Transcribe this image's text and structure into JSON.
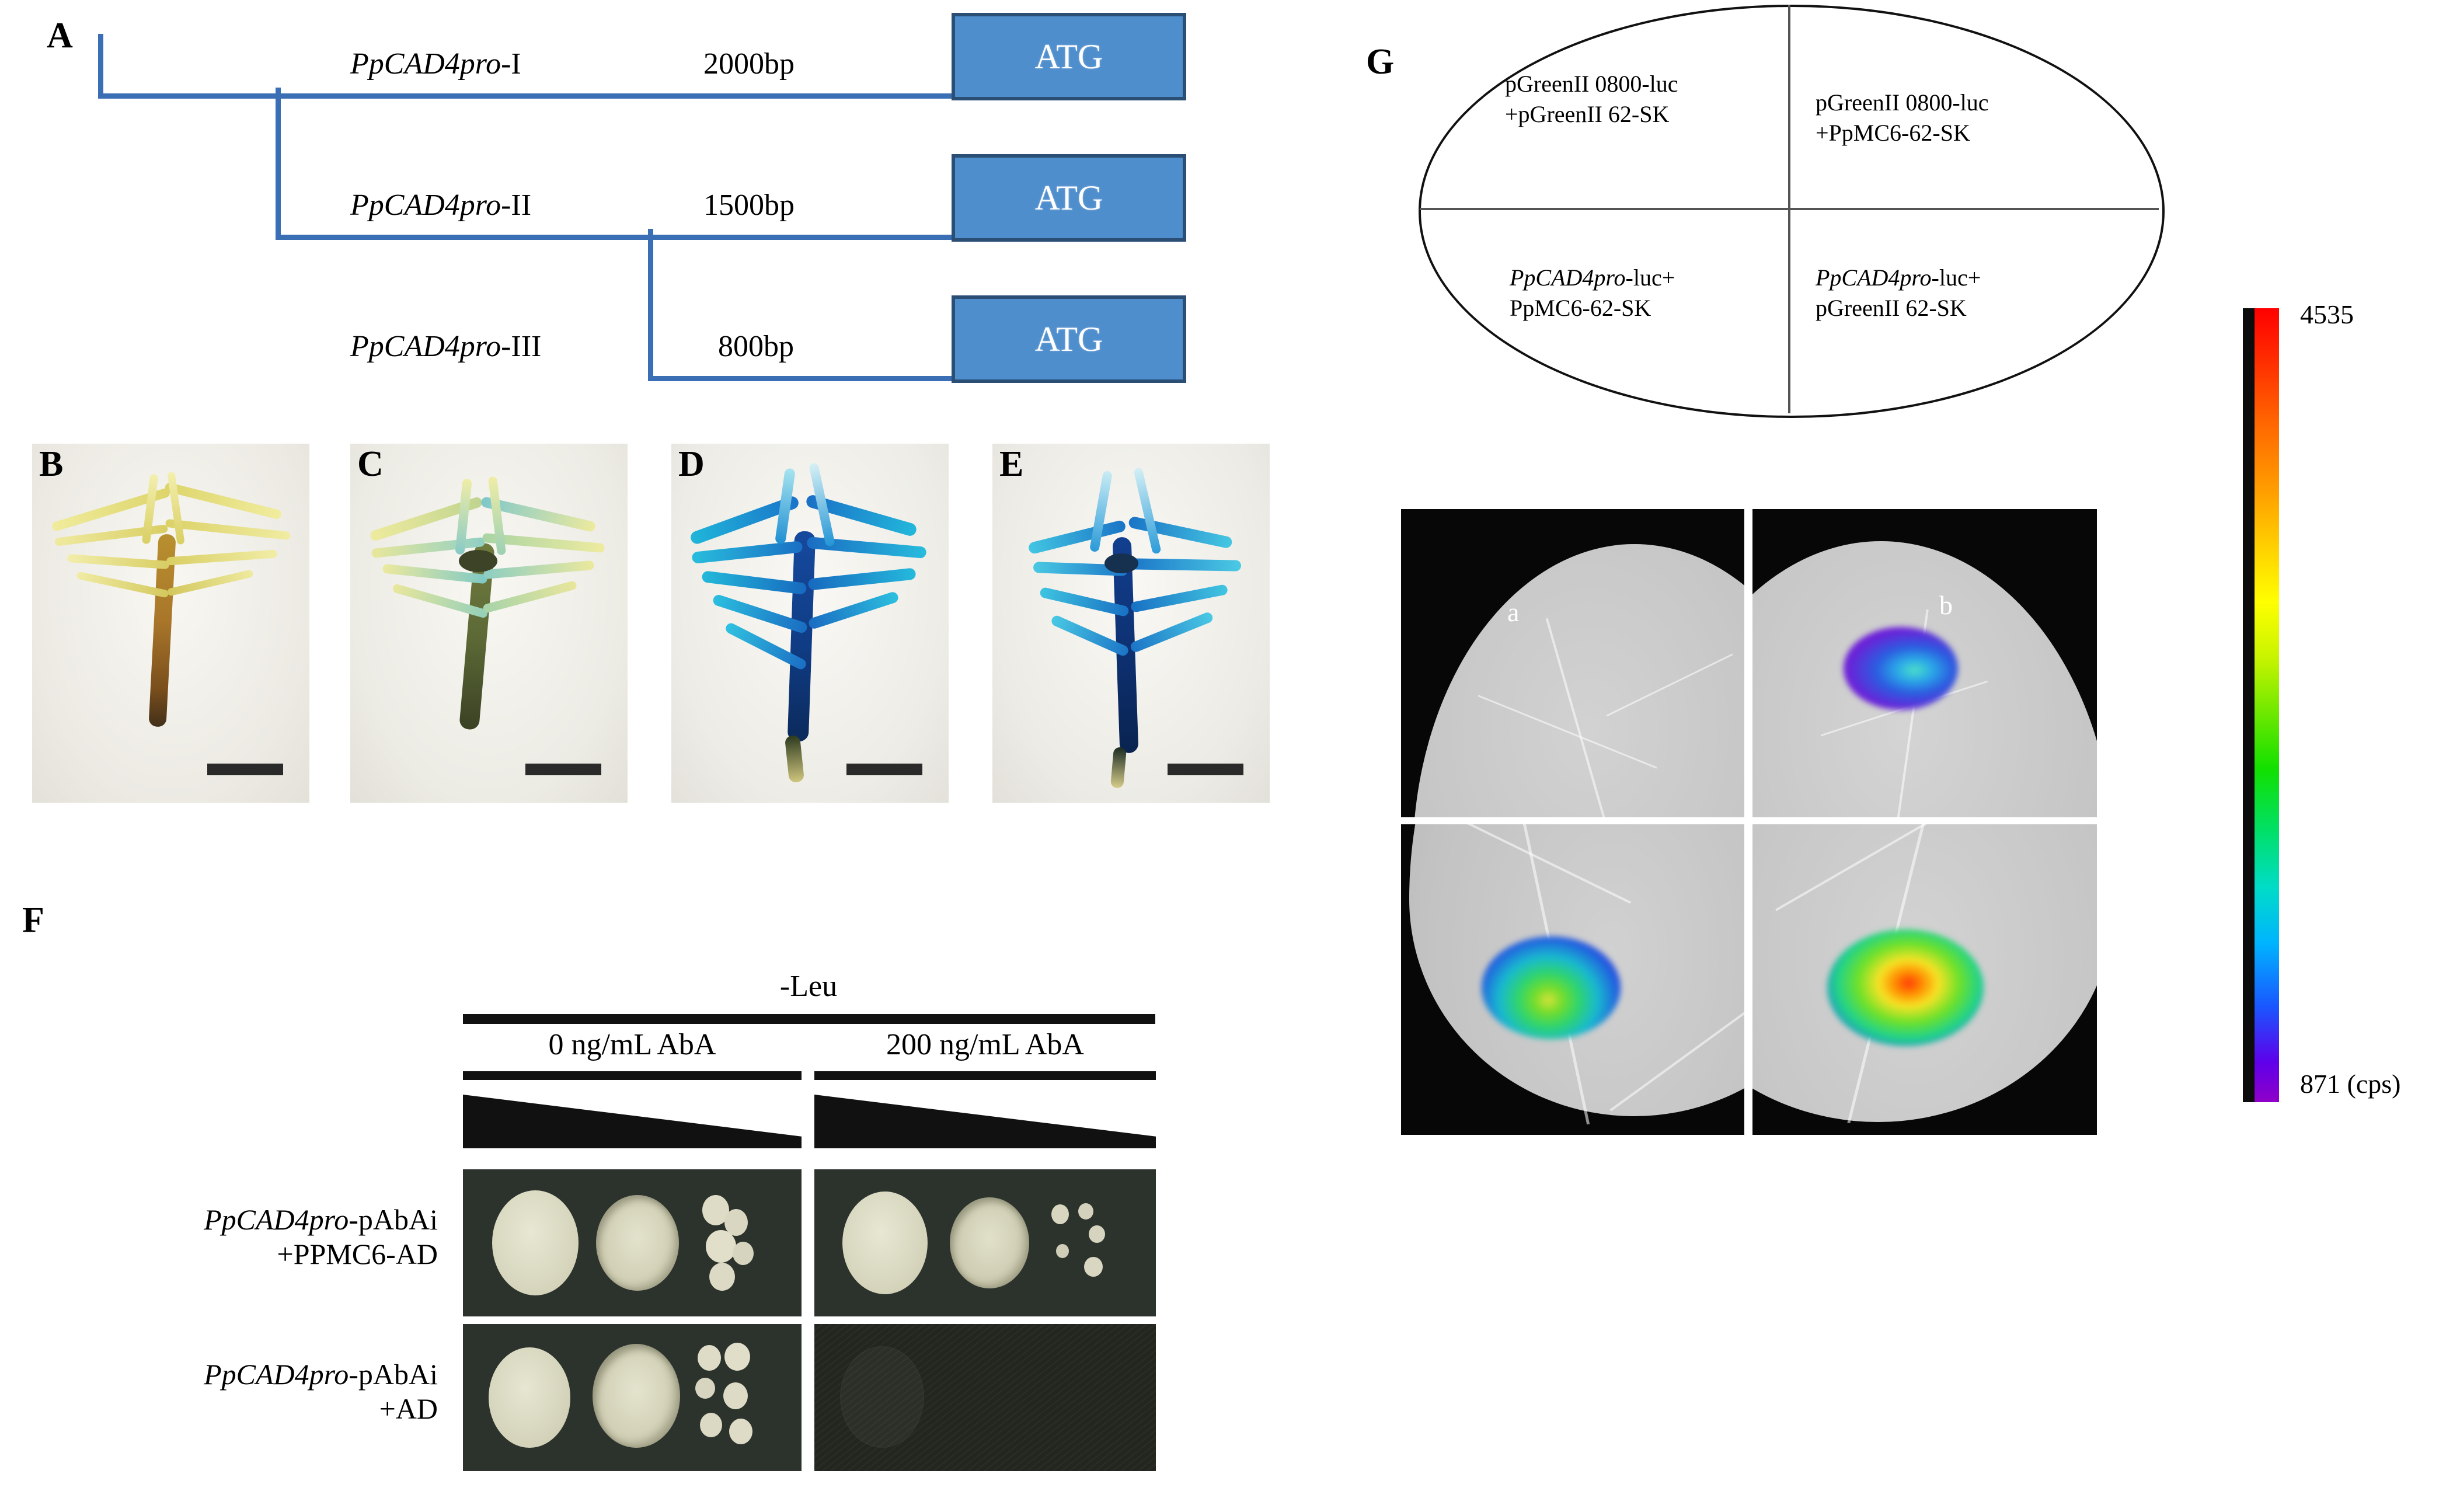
{
  "figure": {
    "panels": [
      "A",
      "B",
      "C",
      "D",
      "E",
      "F",
      "G"
    ]
  },
  "panelA": {
    "label": "A",
    "constructs": [
      {
        "name_italic": "PpCAD4pro",
        "name_suffix": "-I",
        "length": "2000bp",
        "box": "ATG"
      },
      {
        "name_italic": "PpCAD4pro",
        "name_suffix": "-II",
        "length": "1500bp",
        "box": "ATG"
      },
      {
        "name_italic": "PpCAD4pro",
        "name_suffix": "-III",
        "length": "800bp",
        "box": "ATG"
      }
    ],
    "box_color": "#4f8ecd",
    "box_border_color": "#2b4e75",
    "line_color": "#3a6fb5"
  },
  "panelB": {
    "label": "B",
    "description": "untransformed moss gametophyte, yellow-brown, no GUS stain",
    "has_scalebar": true
  },
  "panelC": {
    "label": "C",
    "description": "moss gametophyte with light blue-green GUS staining",
    "has_scalebar": true
  },
  "panelD": {
    "label": "D",
    "description": "moss gametophyte with strong blue GUS staining",
    "has_scalebar": true
  },
  "panelE": {
    "label": "E",
    "description": "moss gametophyte with strong blue GUS staining",
    "has_scalebar": true
  },
  "panelF": {
    "label": "F",
    "media_label": "-Leu",
    "columns": [
      "0 ng/mL AbA",
      "200 ng/mL AbA"
    ],
    "rows": [
      {
        "line1_italic": "PpCAD4pro",
        "line1_rest": "-pAbAi",
        "line2": "+PPMC6-AD",
        "growth": {
          "0 ng/mL AbA": "strong",
          "200 ng/mL AbA": "strong"
        }
      },
      {
        "line1_italic": "PpCAD4pro",
        "line1_rest": "-pAbAi",
        "line2": "+AD",
        "growth": {
          "0 ng/mL AbA": "strong",
          "200 ng/mL AbA": "none"
        }
      }
    ],
    "dilution_indicator": "decreasing-wedge"
  },
  "panelG": {
    "label": "G",
    "quadrants": [
      {
        "position": "top-left",
        "line1": "pGreenII 0800-luc",
        "line2": "+pGreenII 62-SK",
        "line1_italic": false,
        "line2_italic": false
      },
      {
        "position": "top-right",
        "line1": "pGreenII 0800-luc",
        "line2": "+PpMC6-62-SK",
        "line1_italic": false,
        "line2_italic": false
      },
      {
        "position": "bottom-left",
        "line1": "PpCAD4pro",
        "line1_rest": "-luc+",
        "line2": "PpMC6-62-SK",
        "line1_italic": true
      },
      {
        "position": "bottom-right",
        "line1": "PpCAD4pro",
        "line1_rest": "-luc+",
        "line2": "pGreenII 62-SK",
        "line1_italic": true
      }
    ],
    "leaf_labels": [
      "a",
      "b"
    ],
    "colorbar": {
      "max_value": "4535",
      "min_value": "871 (cps)",
      "colors": [
        "#ff0000",
        "#ff4f00",
        "#ff9100",
        "#ffd400",
        "#ffff00",
        "#a8f000",
        "#2fe000",
        "#00e07a",
        "#00e0d0",
        "#00a8ff",
        "#1040ff",
        "#5a00e6",
        "#8a00d0"
      ]
    },
    "signal_strength": {
      "top-left": "none",
      "top-right": "weak",
      "bottom-left": "medium",
      "bottom-right": "strong"
    }
  }
}
